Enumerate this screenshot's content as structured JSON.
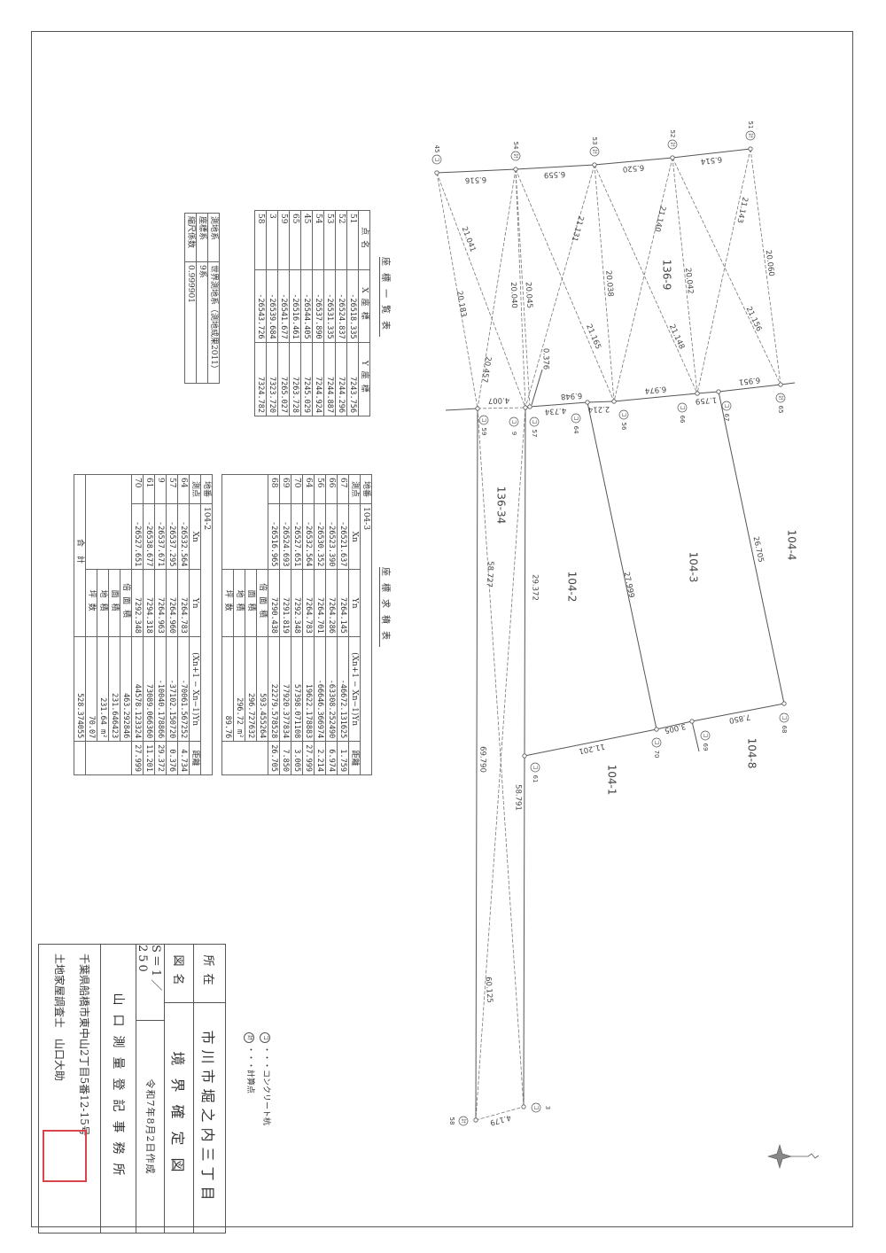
{
  "coord_list": {
    "title": "座標一覧表",
    "headers": [
      "点名",
      "X座標",
      "Y座標"
    ],
    "rows": [
      [
        "51",
        "-26518.335",
        "7243.756"
      ],
      [
        "52",
        "-26524.837",
        "7244.296"
      ],
      [
        "53",
        "-26531.335",
        "7244.887"
      ],
      [
        "54",
        "-26537.890",
        "7244.924"
      ],
      [
        "45",
        "-26544.405",
        "7245.029"
      ],
      [
        "65",
        "-26516.461",
        "7263.728"
      ],
      [
        "59",
        "-26541.677",
        "7265.027"
      ],
      [
        "3",
        "-26539.684",
        "7323.720"
      ],
      [
        "58",
        "-26543.726",
        "7324.782"
      ]
    ]
  },
  "datum": {
    "rows": [
      [
        "測地系",
        "世界測地系（測地成果2011）"
      ],
      [
        "座標系",
        "9系"
      ],
      [
        "縮尺係数",
        "0.999901"
      ]
    ]
  },
  "area_calc": {
    "title": "座標求積表",
    "lot_label": "地番",
    "headers": [
      "測点",
      "Xn",
      "Yn",
      "(Xn+1 − Xn−1)Yn",
      "距離"
    ],
    "summary_labels": [
      "倍面積",
      "面積",
      "地積",
      "坪数"
    ],
    "unit": "m²",
    "tables": [
      {
        "lot": "104-3",
        "rows": [
          [
            "67",
            "-26521.637",
            "7264.145",
            "-46672.131625",
            "1.759"
          ],
          [
            "66",
            "-26523.390",
            "7264.286",
            "-63308.252490",
            "6.974"
          ],
          [
            "56",
            "-26530.352",
            "7264.701",
            "-66646.366974",
            "2.214"
          ],
          [
            "64",
            "-26532.564",
            "7264.783",
            "19622.178883",
            "27.999"
          ],
          [
            "70",
            "-26527.651",
            "7292.348",
            "57398.071108",
            "3.005"
          ],
          [
            "69",
            "-26524.693",
            "7291.819",
            "77920.377834",
            "7.850"
          ],
          [
            "68",
            "-26516.965",
            "7290.438",
            "22279.578528",
            "26.705"
          ]
        ],
        "summary": [
          "593.455264",
          "296.727632",
          "296.72",
          "89.76"
        ]
      },
      {
        "lot": "104-2",
        "rows": [
          [
            "64",
            "-26532.564",
            "7264.783",
            "-70061.567252",
            "4.734"
          ],
          [
            "57",
            "-26537.295",
            "7264.960",
            "-37102.150720",
            "0.376"
          ],
          [
            "9",
            "-26537.671",
            "7264.963",
            "-10040.178866",
            "29.372"
          ],
          [
            "61",
            "-26538.677",
            "7294.318",
            "73089.066360",
            "11.201"
          ],
          [
            "70",
            "-26527.651",
            "7292.348",
            "44578.123324",
            "27.999"
          ]
        ],
        "summary": [
          "463.292846",
          "231.646423",
          "231.64",
          "70.07"
        ]
      }
    ],
    "total_label": "合計",
    "total_value": "528.374055"
  },
  "legend": [
    {
      "mark": "コ",
      "text": "・・・コンクリート杭"
    },
    {
      "mark": "計",
      "text": "・・・計算点"
    }
  ],
  "title_block": {
    "location_label": "所在",
    "location": "市川市堀之内三丁目",
    "drawing_name_label": "図名",
    "drawing_name": "境界確定図",
    "scale": "S＝1／250",
    "date": "令和7年8月2日作成",
    "office": "山口測量登記事務所",
    "address": "千葉県船橋市東中山2丁目5番12-15号",
    "surveyor": "土地家屋調査士　山口大助"
  },
  "plan": {
    "points": [
      {
        "name": "45",
        "mark": "コ"
      },
      {
        "name": "54",
        "mark": "計"
      },
      {
        "name": "53",
        "mark": "計"
      },
      {
        "name": "52",
        "mark": "計"
      },
      {
        "name": "51",
        "mark": "計"
      },
      {
        "name": "65",
        "mark": "計"
      },
      {
        "name": "67",
        "mark": "コ"
      },
      {
        "name": "66",
        "mark": "コ"
      },
      {
        "name": "56",
        "mark": "コ"
      },
      {
        "name": "64",
        "mark": "コ"
      },
      {
        "name": "57",
        "mark": "コ"
      },
      {
        "name": "9",
        "mark": "コ"
      },
      {
        "name": "59",
        "mark": "コ"
      },
      {
        "name": "61",
        "mark": "コ"
      },
      {
        "name": "70",
        "mark": "コ"
      },
      {
        "name": "69",
        "mark": "コ"
      },
      {
        "name": "68",
        "mark": "コ"
      },
      {
        "name": "3",
        "mark": "コ"
      },
      {
        "name": "58",
        "mark": "計"
      }
    ],
    "segments": [
      {
        "from": "45",
        "to": "54",
        "label": "6.516",
        "style": "solid"
      },
      {
        "from": "54",
        "to": "53",
        "label": "6.559",
        "style": "solid"
      },
      {
        "from": "53",
        "to": "52",
        "label": "6.520",
        "style": "solid"
      },
      {
        "from": "52",
        "to": "51",
        "label": "6.514",
        "style": "solid"
      },
      {
        "from": "57",
        "to": "64",
        "label": "4.734",
        "style": "solid"
      },
      {
        "from": "57",
        "to": "56",
        "label": "6.948",
        "style": "none"
      },
      {
        "from": "64",
        "to": "56",
        "label": "2.214",
        "style": "solid"
      },
      {
        "from": "56",
        "to": "66",
        "label": "6.974",
        "style": "solid"
      },
      {
        "from": "66",
        "to": "67",
        "label": "1.759",
        "style": "solid"
      },
      {
        "from": "67",
        "to": "65",
        "label": "6.951",
        "style": "solid"
      },
      {
        "from": "59",
        "to": "9",
        "label": "4.007",
        "style": "dashed"
      },
      {
        "from": "9",
        "to": "57",
        "label": "0.376",
        "style": "solid"
      },
      {
        "from": "9",
        "to": "61",
        "label": "29.372",
        "style": "solid"
      },
      {
        "from": "61",
        "to": "70",
        "label": "11.201",
        "style": "solid"
      },
      {
        "from": "70",
        "to": "69",
        "label": "3.005",
        "style": "solid"
      },
      {
        "from": "69",
        "to": "68",
        "label": "7.850",
        "style": "solid"
      },
      {
        "from": "67",
        "to": "68",
        "label": "26.705",
        "style": "solid"
      },
      {
        "from": "64",
        "to": "70",
        "label": "27.999",
        "style": "solid"
      },
      {
        "from": "61",
        "to": "3",
        "label": "58.791",
        "style": "solid"
      },
      {
        "from": "59",
        "to": "58",
        "label": "69.790",
        "style": "solid"
      },
      {
        "from": "9",
        "to": "58",
        "label": "58.727",
        "style": "dashed"
      },
      {
        "from": "59",
        "to": "3",
        "label": "60.125",
        "style": "dashed"
      },
      {
        "from": "58",
        "to": "3",
        "label": "4.179",
        "style": "dashed"
      },
      {
        "from": "45",
        "to": "59",
        "label": "20.183",
        "style": "dashed"
      },
      {
        "from": "45",
        "to": "9",
        "label": "21.041",
        "style": "dashed"
      },
      {
        "from": "54",
        "to": "59",
        "label": "20.457",
        "style": "dashed"
      },
      {
        "from": "54",
        "to": "9",
        "label": "20.040",
        "style": "dashed"
      },
      {
        "from": "54",
        "to": "57",
        "label": "20.045",
        "style": "dashed"
      },
      {
        "from": "54",
        "to": "56",
        "label": "21.165",
        "style": "dashed"
      },
      {
        "from": "53",
        "to": "9",
        "label": "21.131",
        "style": "dashed"
      },
      {
        "from": "53",
        "to": "56",
        "label": "20.038",
        "style": "dashed"
      },
      {
        "from": "53",
        "to": "66",
        "label": "21.148",
        "style": "dashed"
      },
      {
        "from": "52",
        "to": "56",
        "label": "21.140",
        "style": "dashed"
      },
      {
        "from": "52",
        "to": "66",
        "label": "20.042",
        "style": "dashed"
      },
      {
        "from": "52",
        "to": "65",
        "label": "21.156",
        "style": "dashed"
      },
      {
        "from": "51",
        "to": "66",
        "label": "21.143",
        "style": "dashed"
      },
      {
        "from": "51",
        "to": "65",
        "label": "20.060",
        "style": "dashed"
      }
    ],
    "parcels": [
      "136-9",
      "136-34",
      "104-2",
      "104-3",
      "104-4",
      "104-8",
      "104-1"
    ]
  }
}
